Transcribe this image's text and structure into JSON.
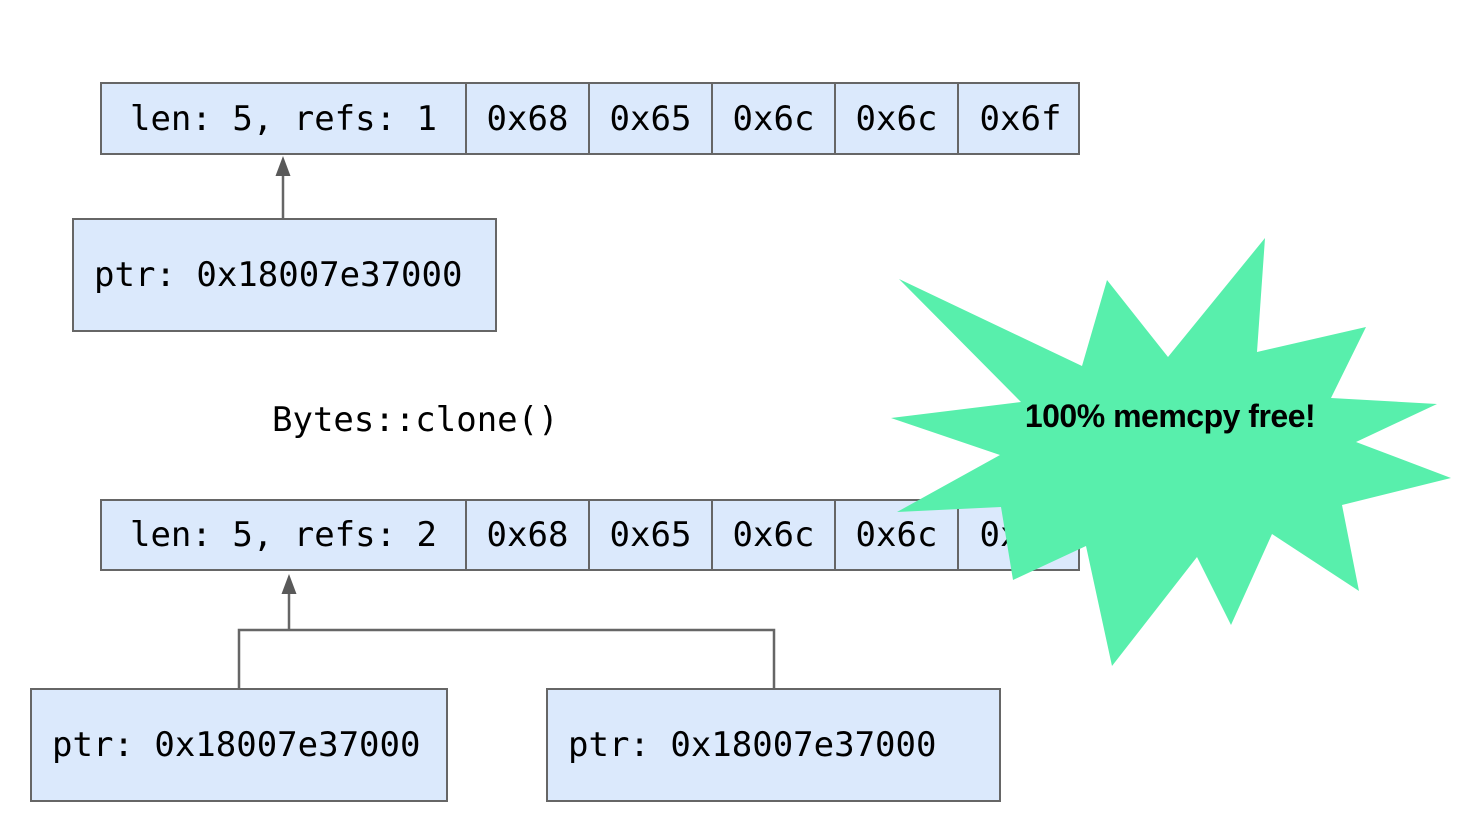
{
  "colors": {
    "background": "#ffffff",
    "box_fill": "#dbe9fc",
    "box_border": "#666666",
    "connector_line": "#666666",
    "star_fill": "#58efac",
    "text": "#000000"
  },
  "buffer_before": {
    "header_label": "len: 5, refs: 1",
    "bytes": [
      "0x68",
      "0x65",
      "0x6c",
      "0x6c",
      "0x6f"
    ],
    "ptr_label": "ptr: 0x18007e37000"
  },
  "operation_label": "Bytes::clone()",
  "buffer_after": {
    "header_label": "len: 5, refs: 2",
    "bytes": [
      "0x68",
      "0x65",
      "0x6c",
      "0x6c",
      "0x6f"
    ],
    "ptr_left_label": "ptr: 0x18007e37000",
    "ptr_right_label": "ptr: 0x18007e37000"
  },
  "badge_label": "100% memcpy free!"
}
